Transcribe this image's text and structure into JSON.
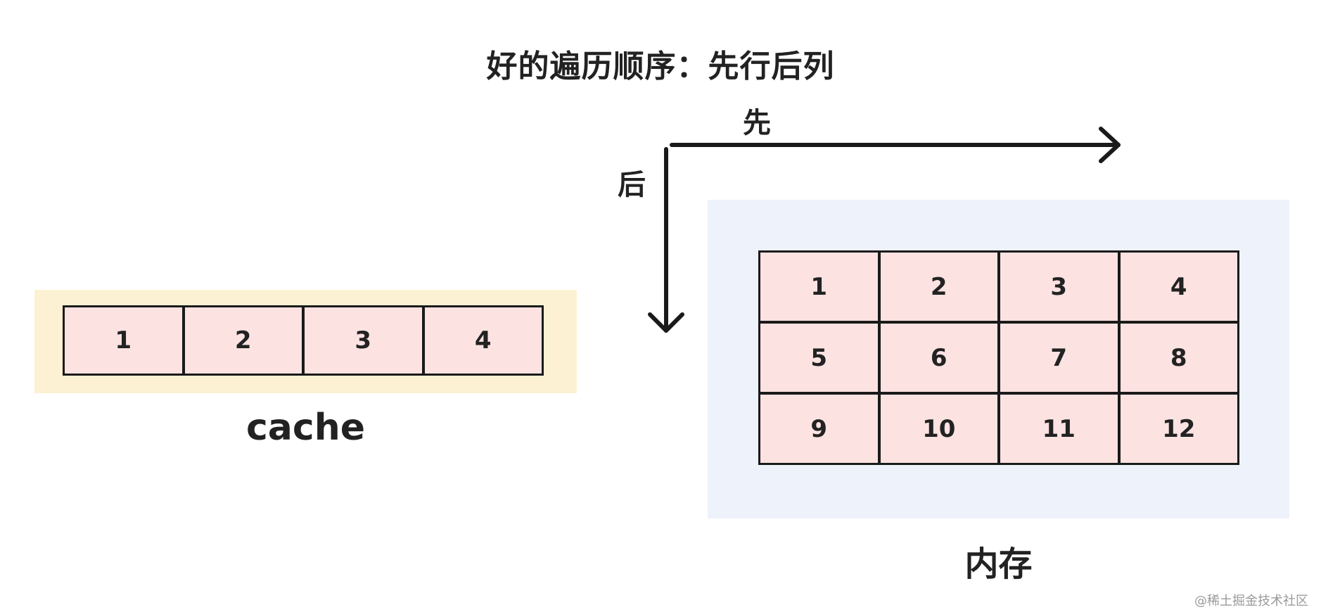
{
  "title": "好的遍历顺序：先行后列",
  "axes": {
    "horizontal_label": "先",
    "vertical_label": "后"
  },
  "cache": {
    "label": "cache",
    "cells": [
      "1",
      "2",
      "3",
      "4"
    ]
  },
  "memory": {
    "label": "内存",
    "cells": [
      "1",
      "2",
      "3",
      "4",
      "5",
      "6",
      "7",
      "8",
      "9",
      "10",
      "11",
      "12"
    ]
  },
  "watermark": "@稀土掘金技术社区",
  "colors": {
    "cell_fill": "#fde2e2",
    "cache_background": "#fdf1d3",
    "memory_background": "#eef2fa",
    "line": "#1a1a1a"
  }
}
